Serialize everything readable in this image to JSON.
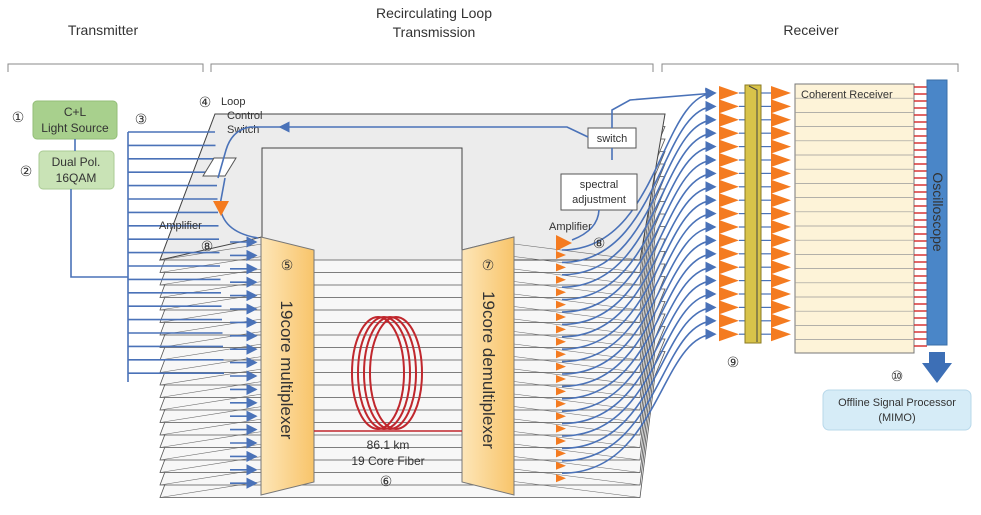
{
  "sections": {
    "transmitter": "Transmitter",
    "loop_line1": "Recirculating Loop",
    "loop_line2": "Transmission",
    "receiver": "Receiver"
  },
  "components": {
    "light_source_line1": "C+L",
    "light_source_line2": "Light Source",
    "modulator_line1": "Dual Pol.",
    "modulator_line2": "16QAM",
    "loop_switch_line1": "Loop",
    "loop_switch_line2": "Control",
    "loop_switch_line3": "Switch",
    "amplifier_left": "Amplifier",
    "amplifier_right": "Amplifier",
    "switch_box": "switch",
    "spectral_line1": "spectral",
    "spectral_line2": "adjustment",
    "multiplexer": "19core multiplexer",
    "demultiplexer": "19core demultiplexer",
    "fiber_length": "86.1 km",
    "fiber_type": "19 Core Fiber",
    "coherent_receiver": "Coherent Receiver",
    "oscilloscope": "Oscilloscope",
    "processor_line1": "Offline Signal Processor",
    "processor_line2": "(MIMO)"
  },
  "markers": {
    "m1": "①",
    "m2": "②",
    "m3": "③",
    "m4": "④",
    "m5": "⑤",
    "m6": "⑥",
    "m7": "⑦",
    "m8a": "⑧",
    "m8b": "⑧",
    "m9": "⑨",
    "m10": "⑩"
  },
  "colors": {
    "light_source": "#a8d08d",
    "mux": "#fdd99b",
    "amplifier": "#f47b20",
    "oscilloscope": "#4a86c8",
    "processor": "#d6ecf7",
    "fiber": "#c0272d",
    "signal": "#4a72b8"
  }
}
